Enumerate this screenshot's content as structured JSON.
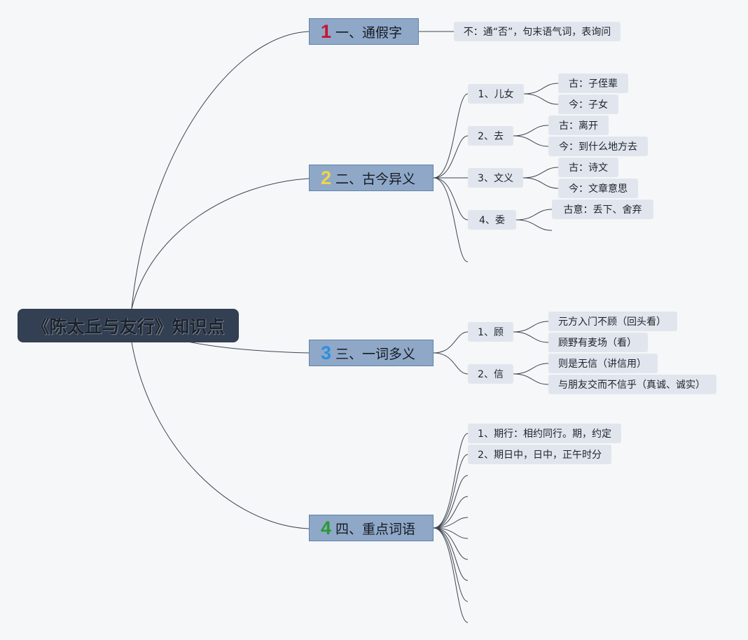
{
  "root": {
    "label": "《陈太丘与友行》知识点"
  },
  "branches": [
    {
      "num": "1",
      "label": "一、通假字",
      "color": "#c8142c"
    },
    {
      "num": "2",
      "label": "二、古今异义",
      "color": "#efd54a"
    },
    {
      "num": "3",
      "label": "三、一词多义",
      "color": "#2b8fe0"
    },
    {
      "num": "4",
      "label": "四、重点词语",
      "color": "#2a9a33"
    }
  ],
  "tongjia": {
    "item": "不：通“否”，句末语气词，表询问"
  },
  "gujin": {
    "items": [
      {
        "label": "1、儿女",
        "children": [
          "古：子侄辈",
          "今：子女"
        ]
      },
      {
        "label": "2、去",
        "children": [
          "古：离开",
          "今：到什么地方去"
        ]
      },
      {
        "label": "3、文义",
        "children": [
          "古：诗文",
          "今：文章意思"
        ]
      },
      {
        "label": "4、委",
        "children": [
          "古意：丢下、舍弃"
        ]
      }
    ]
  },
  "yici": {
    "items": [
      {
        "label": "1、顾",
        "children": [
          "元方入门不顾（回头看）",
          "顾野有麦场（看）"
        ]
      },
      {
        "label": "2、信",
        "children": [
          "则是无信（讲信用）",
          "与朋友交而不信乎（真诚、诚实）"
        ]
      }
    ]
  },
  "zhongdian": {
    "items": [
      "1、期行：相约同行。期，约定",
      "2、期日中，日中，正午时分"
    ]
  }
}
